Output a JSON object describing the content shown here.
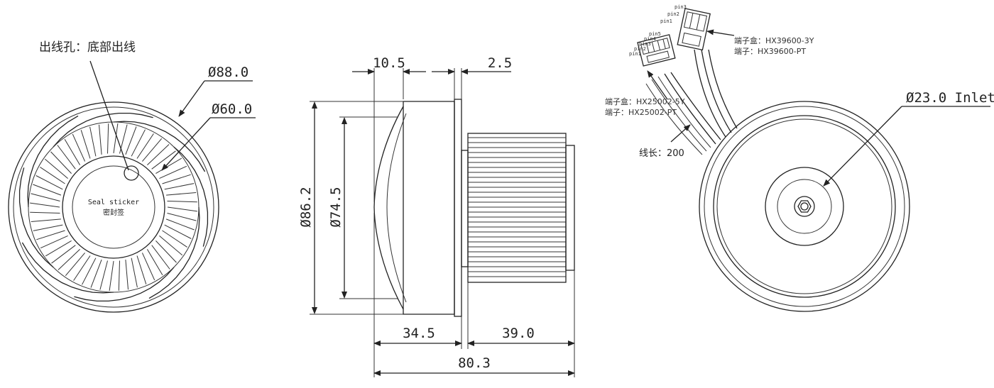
{
  "front_view": {
    "outlet_hole_note": "出线孔：底部出线",
    "outer_diameter": "Ø88.0",
    "inner_diameter": "Ø60.0",
    "seal_label_en": "Seal sticker",
    "seal_label_cn": "密封签"
  },
  "side_view": {
    "dim_10_5": "10.5",
    "dim_2_5": "2.5",
    "dim_86_2": "Ø86.2",
    "dim_74_5": "Ø74.5",
    "dim_34_5": "34.5",
    "dim_39_0": "39.0",
    "dim_80_3": "80.3"
  },
  "rear_view": {
    "connector_a_box": "端子盒：HX39600-3Y",
    "connector_a_terminal": "端子：HX39600-PT",
    "connector_b_box": "端子盒：HX25002-5Y",
    "connector_b_terminal": "端子：HX25002-PT",
    "wire_length": "线长：200",
    "inlet": "Ø23.0 Inlet",
    "pins_a": [
      "pin1",
      "pin2",
      "pin3"
    ],
    "pins_b": [
      "pin1",
      "pin2",
      "pin3",
      "pin4",
      "pin5"
    ]
  }
}
